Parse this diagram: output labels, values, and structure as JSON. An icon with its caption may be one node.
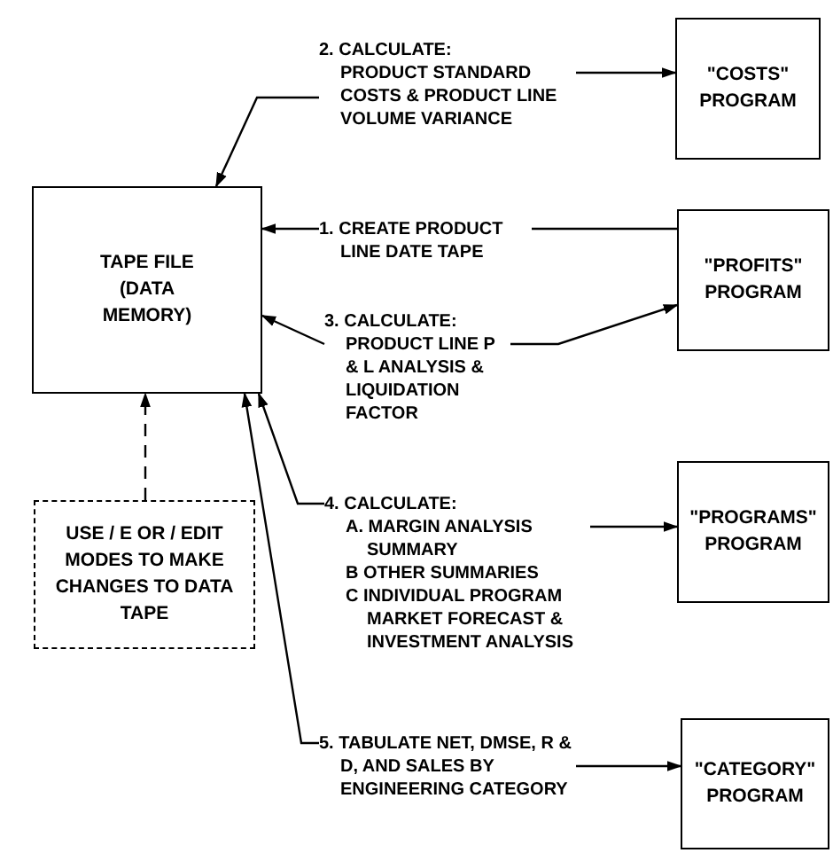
{
  "diagram": {
    "nodes": [
      {
        "text": [
          "TAPE FILE (DATA MEMORY)"
        ]
      },
      {
        "text": [
          "USE / E OR / EDIT MODES TO MAKE CHANGES TO DATA TAPE"
        ]
      },
      {
        "text": [
          "2. CALCULATE:",
          "PRODUCT STANDARD COSTS & PRODUCT LINE VOLUME VARIANCE"
        ]
      },
      {
        "text": [
          "1. CREATE PRODUCT LINE DATE TAPE"
        ]
      },
      {
        "text": [
          "3. CALCULATE:",
          "PRODUCT LINE P & L ANALYSIS & LIQUIDATION FACTOR"
        ]
      },
      {
        "text": [
          "4. CALCULATE:",
          "A. MARGIN ANALYSIS SUMMARY",
          "B OTHER SUMMARIES",
          "C INDIVIDUAL PROGRAM MARKET FORECAST & INVESTMENT ANALYSIS"
        ]
      },
      {
        "text": [
          "5. TABULATE NET, DMSE, R & D, AND SALES BY ENGINEERING CATEGORY"
        ]
      },
      {
        "text": [
          "\"COSTS\" PROGRAM"
        ]
      },
      {
        "text": [
          "\"PROFITS\" PROGRAM"
        ]
      },
      {
        "text": [
          "\"PROGRAMS\" PROGRAM"
        ]
      },
      {
        "text": [
          "\"CATEGORY\" PROGRAM"
        ]
      }
    ],
    "edges": [
      {
        "from": 2,
        "to": 7,
        "arrow": "to"
      },
      {
        "from": 2,
        "to": 0,
        "arrow": "to"
      },
      {
        "from": 8,
        "to": 3,
        "arrow": "none"
      },
      {
        "from": 3,
        "to": 0,
        "arrow": "to"
      },
      {
        "from": 4,
        "to": 8,
        "arrow": "to"
      },
      {
        "from": 4,
        "to": 0,
        "arrow": "to"
      },
      {
        "from": 1,
        "to": 0,
        "arrow": "to",
        "style": "dashed"
      },
      {
        "from": 5,
        "to": 9,
        "arrow": "to"
      },
      {
        "from": 5,
        "to": 0,
        "arrow": "to"
      },
      {
        "from": 6,
        "to": 10,
        "arrow": "to"
      },
      {
        "from": 6,
        "to": 0,
        "arrow": "to"
      }
    ]
  }
}
